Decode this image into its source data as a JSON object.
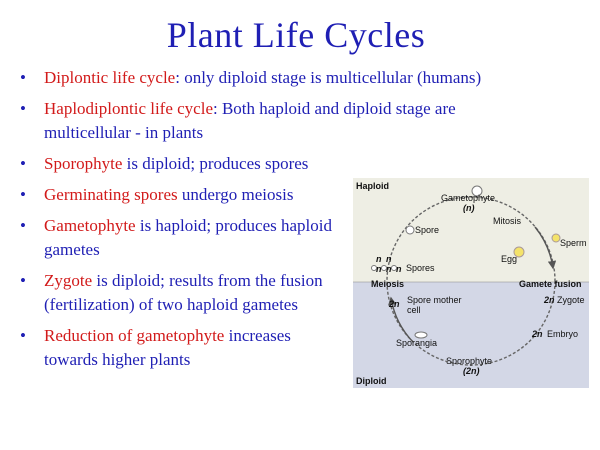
{
  "slide": {
    "title": "Plant Life Cycles",
    "bullets": [
      {
        "term": "Diplontic life cycle",
        "text": ": only diploid stage is multicellular (humans)"
      },
      {
        "term": "Haplodiplontic life cycle",
        "text": ": Both haploid and diploid stage are multicellular - in plants"
      },
      {
        "term": "Sporophyte",
        "text": " is diploid; produces spores"
      },
      {
        "term": "Germinating spores",
        "text": " undergo meiosis"
      },
      {
        "term": "Gametophyte",
        "text": " is haploid; produces haploid gametes"
      },
      {
        "term": "Zygote",
        "text": " is diploid; results from the fusion (fertilization) of two haploid gametes"
      },
      {
        "term": "Reduction of gametophyte",
        "text": " increases towards higher plants"
      }
    ],
    "bullet_char": "•"
  },
  "diagram": {
    "haploid_label": "Haploid",
    "diploid_label": "Diploid",
    "gametophyte": "Gametophyte",
    "gametophyte_ploidy": "(n)",
    "mitosis": "Mitosis",
    "spore": "Spore",
    "sperm": "Sperm",
    "egg": "Egg",
    "spores": "Spores",
    "n": "n",
    "meiosis": "Meiosis",
    "gamete_fusion": "Gamete fusion",
    "two_n": "2n",
    "spore_mother_cell": "Spore mother",
    "spore_mother_cell2": "cell",
    "zygote": "Zygote",
    "embryo": "Embryo",
    "sporangia": "Sporangia",
    "sporophyte": "Sporophyte",
    "sporophyte_ploidy": "(2n)"
  },
  "colors": {
    "title": "#1f1fb4",
    "text": "#1f1fb4",
    "term": "#d21a1a",
    "haploid_bg": "#eeeee4",
    "diploid_bg": "#d3d7e6"
  }
}
